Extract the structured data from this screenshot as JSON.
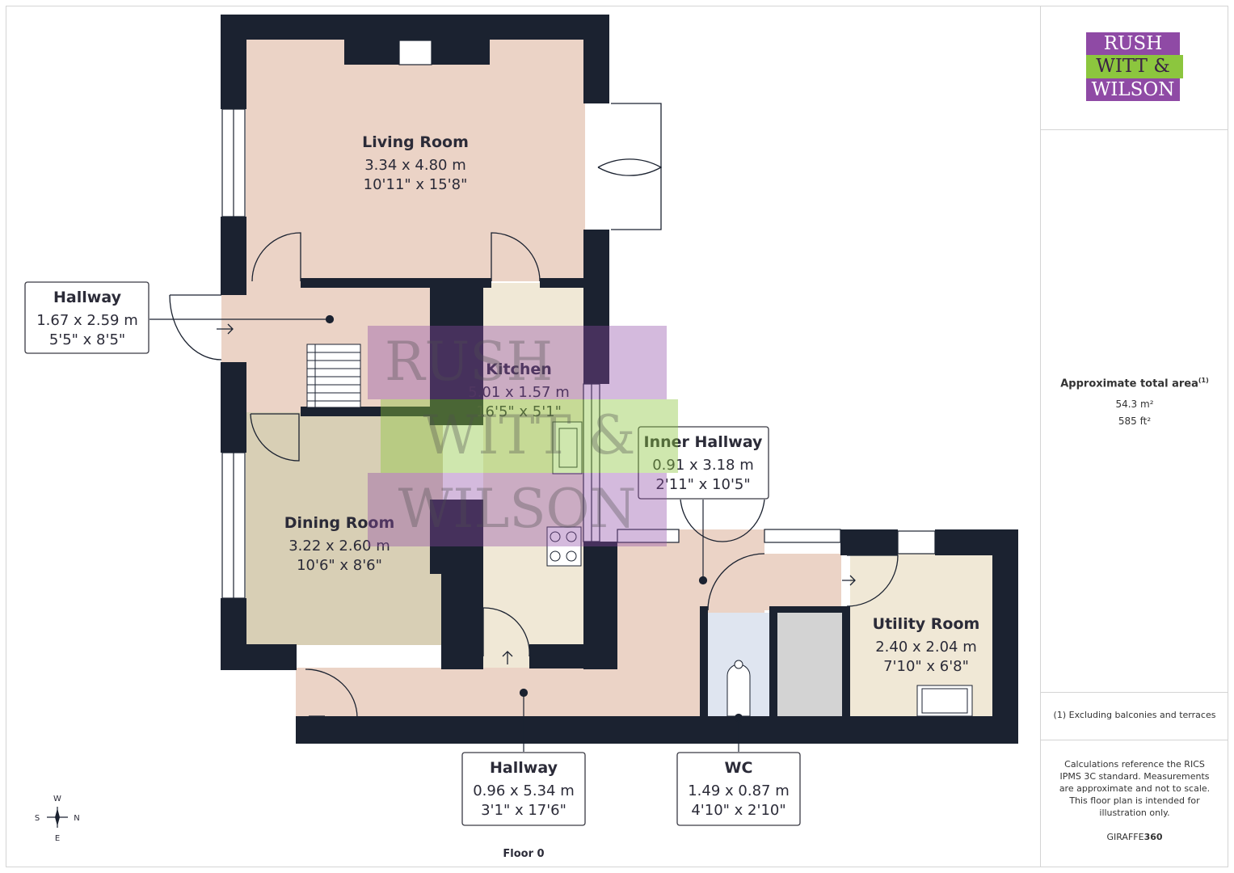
{
  "brand": {
    "line1": "RUSH",
    "line2": "WITT &",
    "line3": "WILSON",
    "colors": {
      "purple": "#8f4aa5",
      "green": "#8cc63e"
    }
  },
  "rooms": {
    "living_room": {
      "name": "Living Room",
      "metric": "3.34 x 4.80 m",
      "imperial": "10'11\" x 15'8\""
    },
    "kitchen": {
      "name": "Kitchen",
      "metric": "5.01 x 1.57 m",
      "imperial": "16'5\" x 5'1\""
    },
    "dining_room": {
      "name": "Dining Room",
      "metric": "3.22 x 2.60 m",
      "imperial": "10'6\" x 8'6\""
    },
    "utility_room": {
      "name": "Utility Room",
      "metric": "2.40 x 2.04 m",
      "imperial": "7'10\" x 6'8\""
    },
    "hallway_left": {
      "name": "Hallway",
      "metric": "1.67 x 2.59 m",
      "imperial": "5'5\" x 8'5\""
    },
    "inner_hallway": {
      "name": "Inner Hallway",
      "metric": "0.91 x 3.18 m",
      "imperial": "2'11\" x 10'5\""
    },
    "hallway_bottom": {
      "name": "Hallway",
      "metric": "0.96 x 5.34 m",
      "imperial": "3'1\" x 17'6\""
    },
    "wc": {
      "name": "WC",
      "metric": "1.49 x 0.87 m",
      "imperial": "4'10\" x 2'10\""
    }
  },
  "floor_label": "Floor 0",
  "compass": {
    "w": "W",
    "s": "S",
    "n": "N",
    "e": "E"
  },
  "summary": {
    "area_title": "Approximate total area",
    "area_sup": "(1)",
    "area_m2": "54.3 m²",
    "area_ft2": "585 ft²",
    "footnote": "(1) Excluding balconies and terraces",
    "disclaimer": "Calculations reference the RICS IPMS 3C standard. Measurements are approximate and not to scale. This floor plan is intended for illustration only.",
    "credit_a": "GIRAFFE",
    "credit_b": "360"
  },
  "colors": {
    "wall": "#1b2230",
    "pink": "#ebd3c6",
    "beige": "#f0e8d6",
    "olive": "#d8cfb5",
    "wc_blue": "#dfe5f0",
    "grey": "#d3d3d3"
  }
}
